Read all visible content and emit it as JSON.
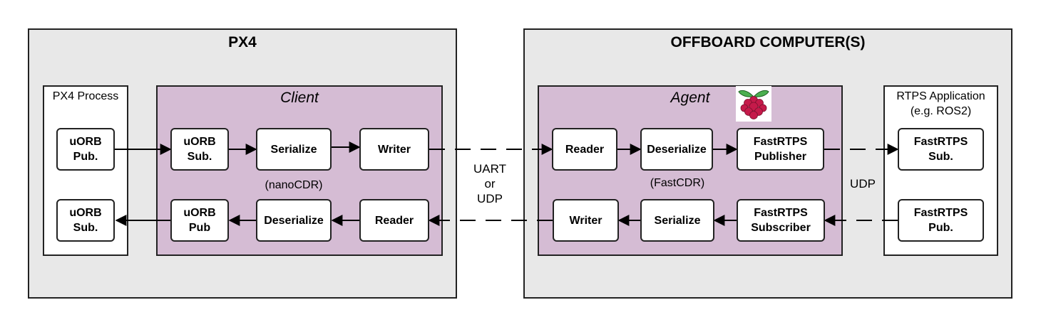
{
  "regions": {
    "px4": {
      "title": "PX4"
    },
    "offboard": {
      "title": "OFFBOARD COMPUTER(S)"
    }
  },
  "panels": {
    "px4_process": {
      "title": "PX4 Process"
    },
    "rtps_app": {
      "title": "RTPS Application\n(e.g. ROS2)"
    }
  },
  "client": {
    "title": "Client",
    "encoding_note": "(nanoCDR)",
    "nodes": {
      "uorb_sub": "uORB\nSub.",
      "serialize": "Serialize",
      "writer": "Writer",
      "uorb_pub": "uORB\nPub",
      "deserialize": "Deserialize",
      "reader": "Reader"
    }
  },
  "px4_process_nodes": {
    "uorb_pub": "uORB\nPub.",
    "uorb_sub": "uORB\nSub."
  },
  "agent": {
    "title": "Agent",
    "encoding_note": "(FastCDR)",
    "logo_icon": "raspberry-pi-icon",
    "nodes": {
      "reader": "Reader",
      "deserialize": "Deserialize",
      "fastrtps_publisher": "FastRTPS\nPublisher",
      "writer": "Writer",
      "serialize": "Serialize",
      "fastrtps_subscriber": "FastRTPS\nSubscriber"
    }
  },
  "rtps_nodes": {
    "fastrtps_sub": "FastRTPS\nSub.",
    "fastrtps_pub": "FastRTPS\nPub."
  },
  "links": {
    "client_agent": "UART\nor\nUDP",
    "agent_rtps": "UDP"
  },
  "colors": {
    "region_fill": "#e8e8e8",
    "client_agent_fill": "#d5bcd4",
    "border": "#222222"
  }
}
